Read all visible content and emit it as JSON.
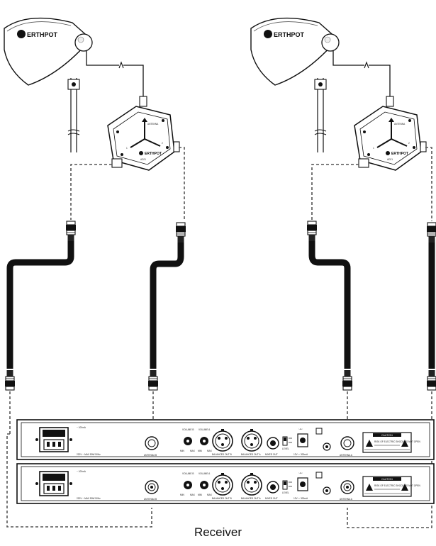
{
  "antenna_brand": "ERTHPOT",
  "splitter": {
    "label_antenna": "ANTENNA",
    "model": "AD21",
    "axis_1": "1",
    "axis_2": "2"
  },
  "receiver": {
    "power_rating": "~ 100mA",
    "power_text": "220V ~ MAX 50W 50Hz",
    "antenna_b": "ANTENNA B",
    "antenna_a": "ANTENNA A",
    "volume_b": "VOLUME B",
    "volume_a": "VOLUME A",
    "knob_min": "MIN",
    "knob_max": "MAX",
    "balanced_out_b": "BALANCED OUT B",
    "balanced_out_a": "BALANCED OUT A",
    "mixed_out": "MIXED OUT",
    "level": "LEVEL",
    "dc_in": "12V ⎓ 300mA",
    "caution_title": "CAUTION",
    "caution_text": "RISK OF ELECTRIC SHOCK DO NOT OPEN"
  },
  "caption": "Receiver"
}
